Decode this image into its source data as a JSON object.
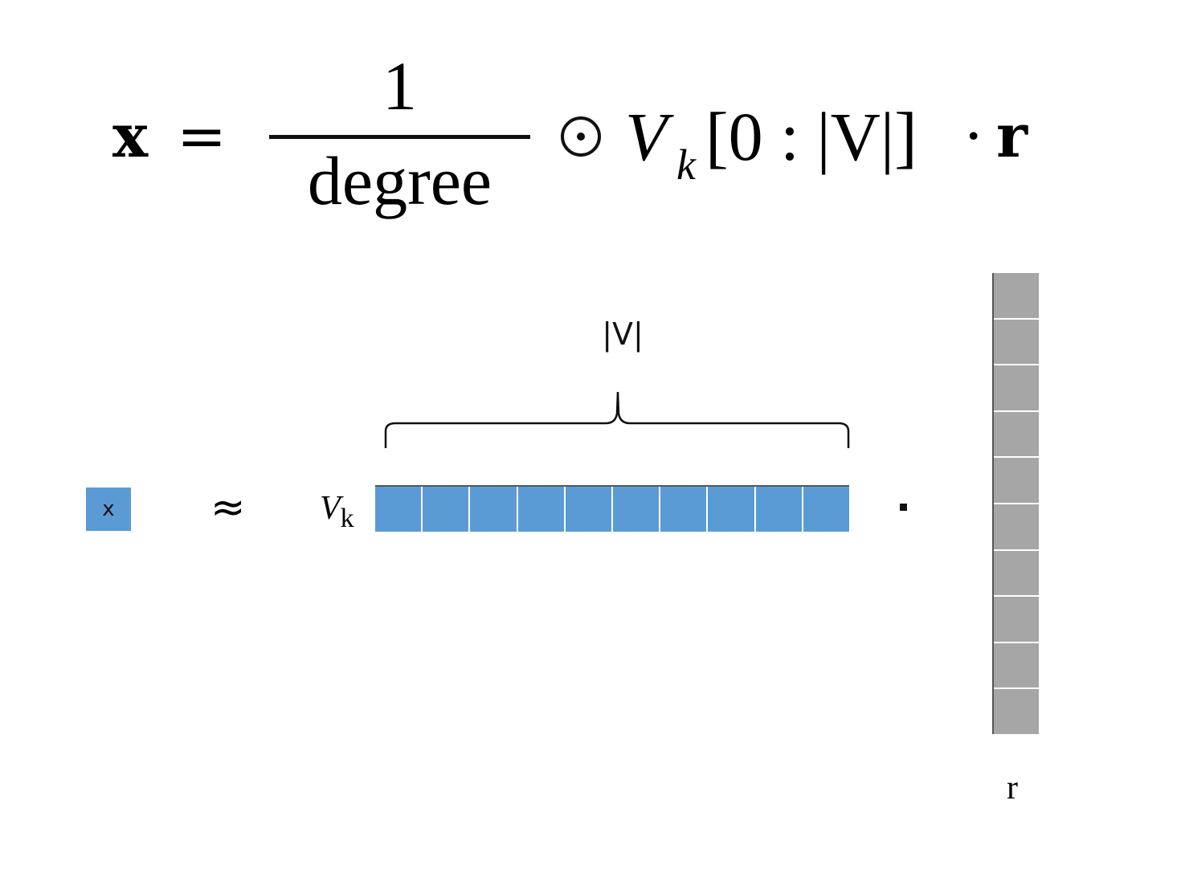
{
  "formula": {
    "lhs": "x",
    "equals": "=",
    "numerator": "1",
    "denominator": "degree",
    "operator": "⊙",
    "matrix_symbol": "V",
    "matrix_subscript": "k",
    "slice": "[0 : |V|]",
    "dot": "·",
    "rhs": "r"
  },
  "diagram": {
    "x_label": "x",
    "approx_symbol": "≈",
    "vk_symbol": "V",
    "vk_subscript": "k",
    "brace_label": "|V|",
    "r_label": "r",
    "row_cells": 10,
    "column_cells": 10,
    "colors": {
      "row_cell": "#5b9bd5",
      "column_cell": "#a6a6a6",
      "x_box": "#5b9bd5"
    }
  }
}
